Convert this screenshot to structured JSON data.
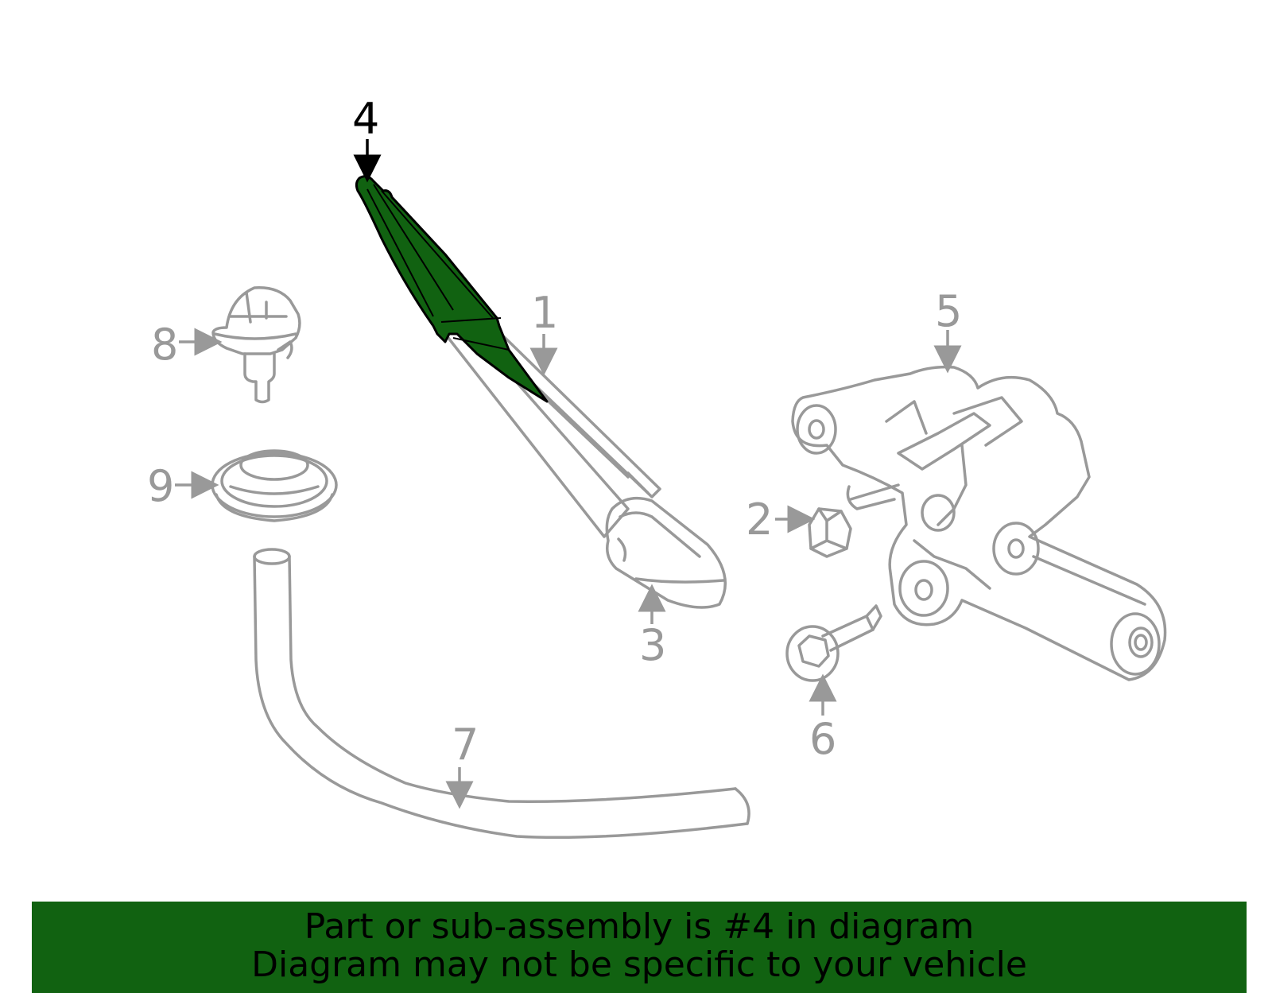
{
  "callouts": {
    "c1": "1",
    "c2": "2",
    "c3": "3",
    "c4": "4",
    "c5": "5",
    "c6": "6",
    "c7": "7",
    "c8": "8",
    "c9": "9"
  },
  "highlighted_part": "4",
  "colors": {
    "highlight_fill": "#116211",
    "part_stroke": "#999999",
    "banner_bg": "#116211",
    "active_label": "#000000"
  },
  "banner": {
    "line1": "Part or sub-assembly is #4 in diagram",
    "line2": "Diagram may not be specific to your vehicle"
  }
}
